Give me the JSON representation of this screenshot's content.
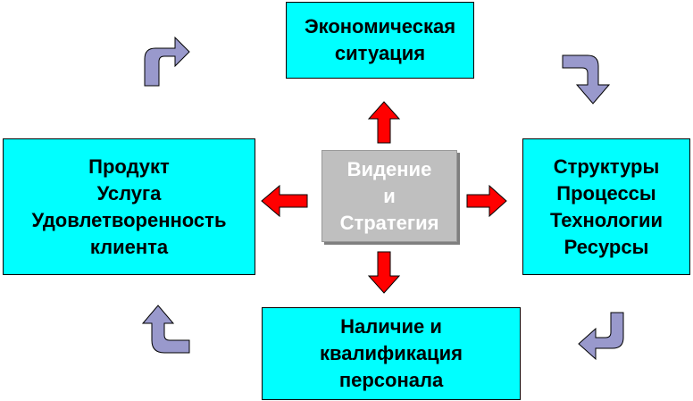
{
  "center": {
    "lines": [
      "Видение",
      "и",
      "Стратегия"
    ]
  },
  "top": {
    "lines": [
      "Экономическая",
      "ситуация"
    ]
  },
  "left": {
    "lines": [
      "Продукт",
      "Услуга",
      "Удовлетворенность",
      "клиента"
    ]
  },
  "right": {
    "lines": [
      "Структуры",
      "Процессы",
      "Технологии",
      "Ресурсы"
    ]
  },
  "bottom": {
    "lines": [
      "Наличие и",
      "квалификация",
      "персонала"
    ]
  },
  "colors": {
    "box_fill": "#00ffff",
    "center_fill": "#bfbfbf",
    "center_text": "#ffffff",
    "arrow_red": "#ff0000",
    "curved_arrow": "#9999cc"
  }
}
